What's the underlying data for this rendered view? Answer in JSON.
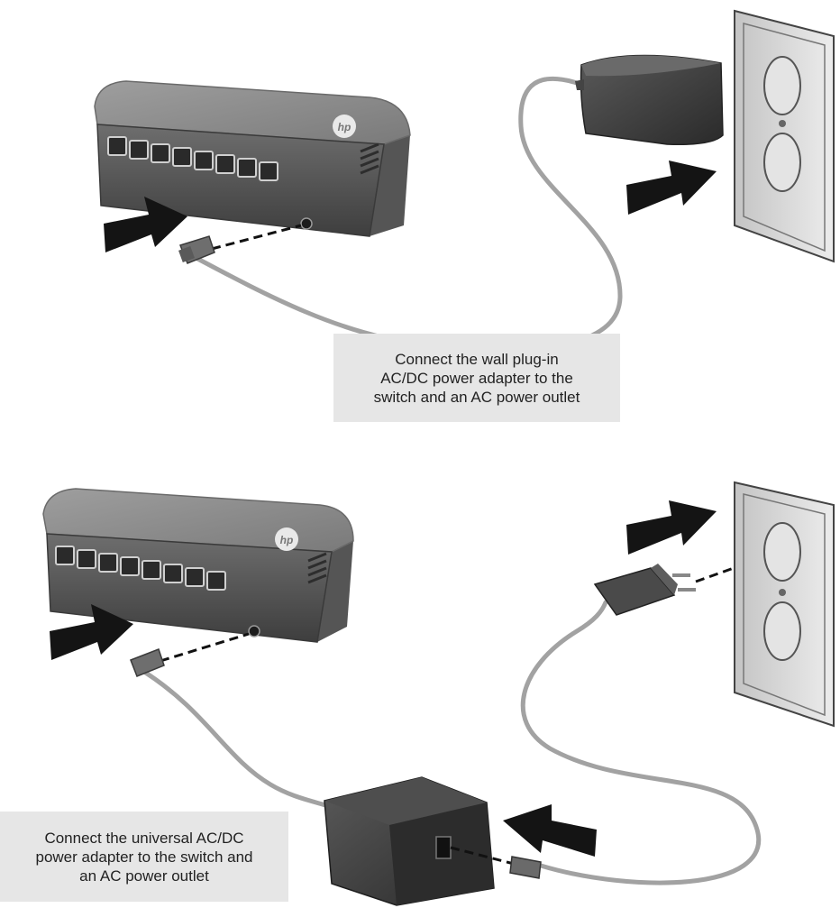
{
  "captions": {
    "top": [
      "Connect the wall plug-in",
      "AC/DC power adapter to the",
      "switch and an AC power outlet"
    ],
    "bottom": [
      "Connect the universal AC/DC",
      "power adapter to the switch and",
      "an AC power outlet"
    ]
  },
  "icons": {
    "brand_logo": "hp-logo",
    "arrow": "arrow-right-icon",
    "outlet": "wall-outlet",
    "switch": "network-switch"
  },
  "colors": {
    "switch_body": "#8a8a8a",
    "switch_dark": "#4a4a4a",
    "adapter": "#3d3d3d",
    "arrow": "#141414",
    "cable": "#9a9a9a",
    "caption_bg": "#e6e6e6",
    "outlet_plate": "#d6d6d6"
  }
}
